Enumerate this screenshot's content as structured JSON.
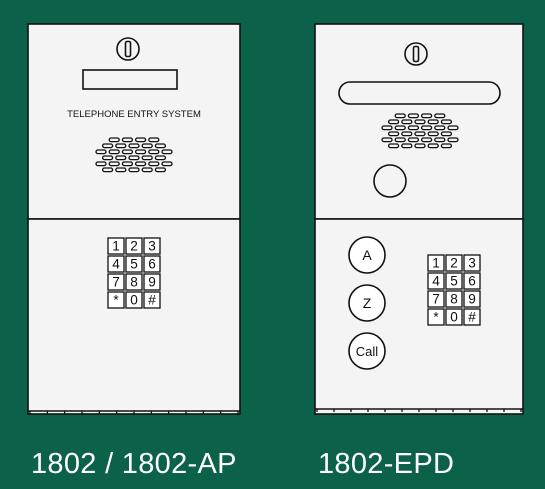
{
  "colors": {
    "background": "#0b6149",
    "panel_fill": "#f4f4f4",
    "line": "#111111",
    "label_text": "#ffffff"
  },
  "keypad_keys": [
    "1",
    "2",
    "3",
    "4",
    "5",
    "6",
    "7",
    "8",
    "9",
    "*",
    "0",
    "#"
  ],
  "left_unit": {
    "label": "1802 / 1802-AP",
    "system_text": "TELEPHONE ENTRY SYSTEM",
    "icons": [
      "key-lock-icon",
      "display-window-icon",
      "speaker-grille-icon",
      "keypad-icon"
    ]
  },
  "right_unit": {
    "label": "1802-EPD",
    "buttons": [
      "A",
      "Z",
      "Call"
    ],
    "icons": [
      "key-lock-icon",
      "display-window-icon",
      "speaker-grille-icon",
      "camera-lens-icon",
      "keypad-icon"
    ]
  }
}
